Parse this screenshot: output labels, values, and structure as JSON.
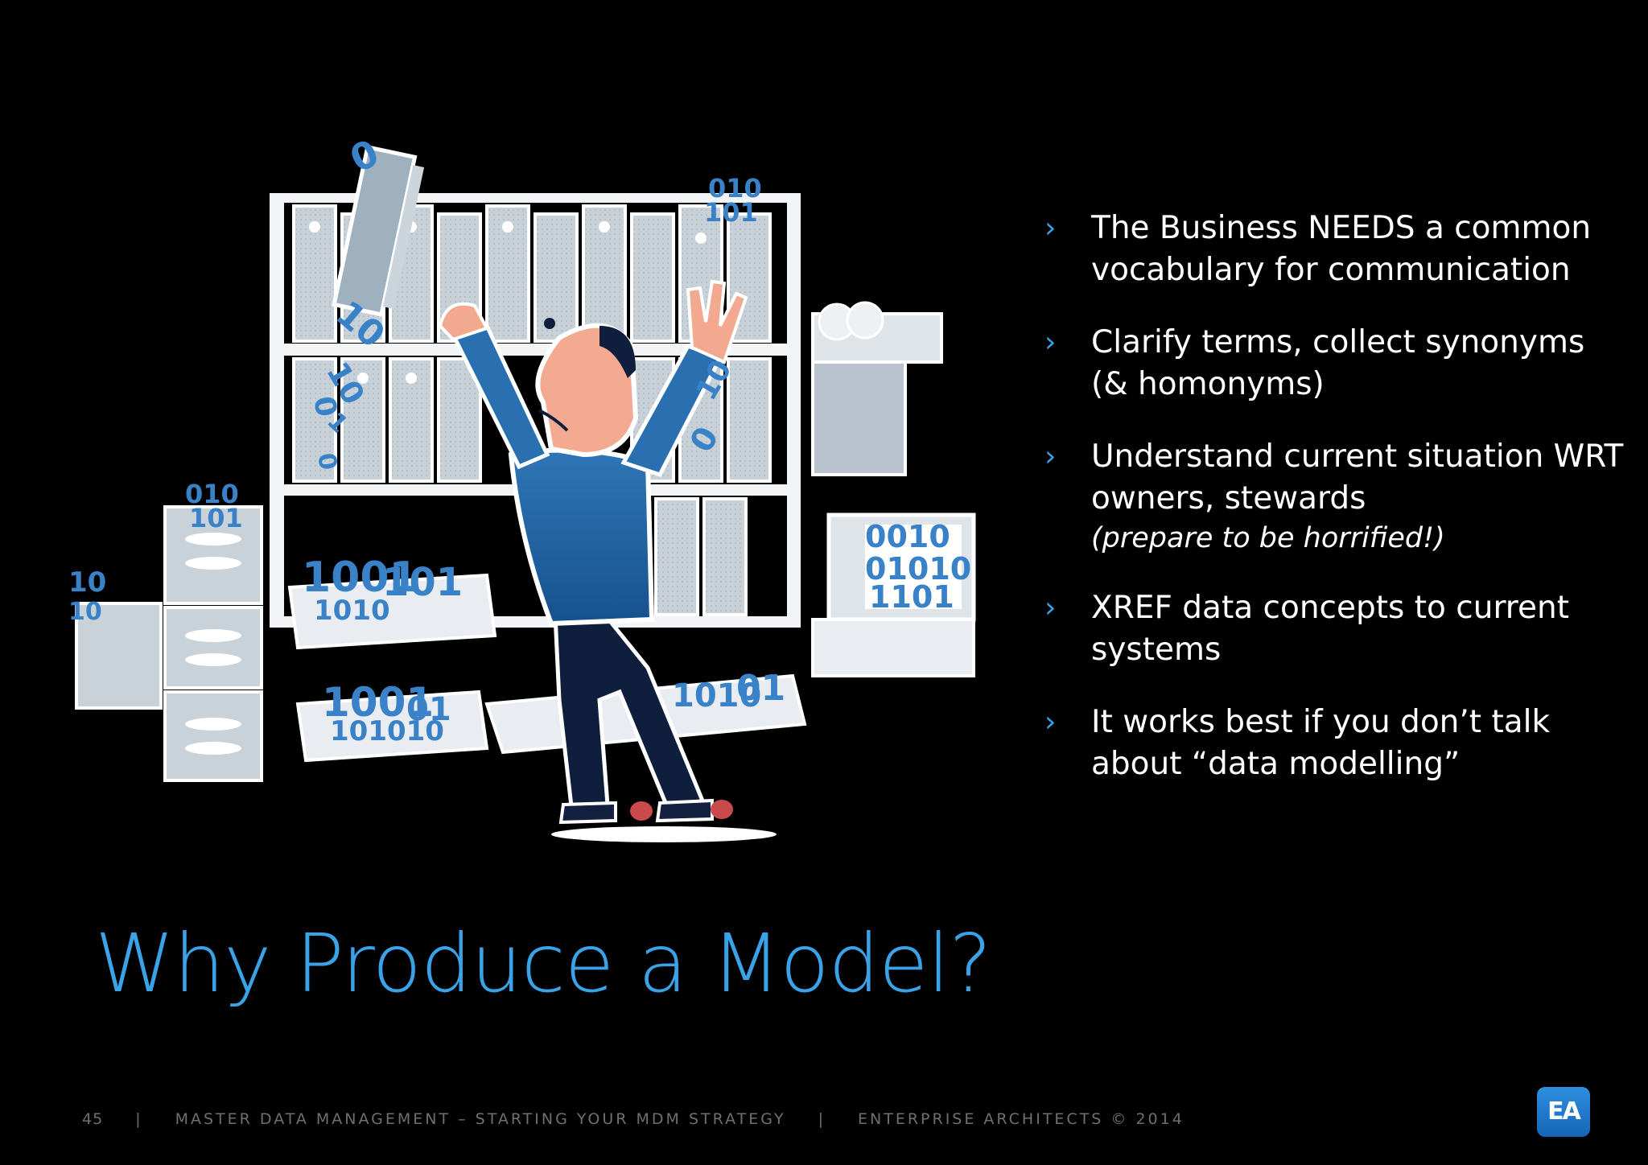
{
  "slide": {
    "title": "Why Produce a Model?",
    "bullets": [
      {
        "text": "The Business NEEDS a common vocabulary for communication"
      },
      {
        "text": "Clarify terms, collect synonyms (& homonyms)"
      },
      {
        "text": "Understand current situation WRT owners, stewards",
        "note": "(prepare to be horrified!)"
      },
      {
        "text": "XREF data concepts to current systems"
      },
      {
        "text": "It works best if you don’t talk about “data modelling”"
      }
    ],
    "bullet_icon": "chevron-right-icon",
    "illustration": {
      "icon": "overwhelmed-man-filing-cabinets-illustration",
      "binary_labels": [
        "0",
        "10",
        "10",
        "0",
        "1",
        "0",
        "10",
        "0",
        "010",
        "101",
        "010",
        "101",
        "1001",
        "101",
        "1010",
        "10",
        "0010",
        "01010",
        "1101",
        "1001",
        "01",
        "101010",
        "1010",
        "01",
        "10"
      ]
    }
  },
  "footer": {
    "page_number": "45",
    "separator": "|",
    "presentation": "MASTER DATA MANAGEMENT – STARTING YOUR MDM STRATEGY",
    "copyright": "ENTERPRISE ARCHITECTS © 2014"
  },
  "logo": {
    "text": "EA"
  },
  "colors": {
    "background": "#000000",
    "accent": "#3aa3e8",
    "text": "#ffffff",
    "footer_text": "#6f6f6f"
  }
}
